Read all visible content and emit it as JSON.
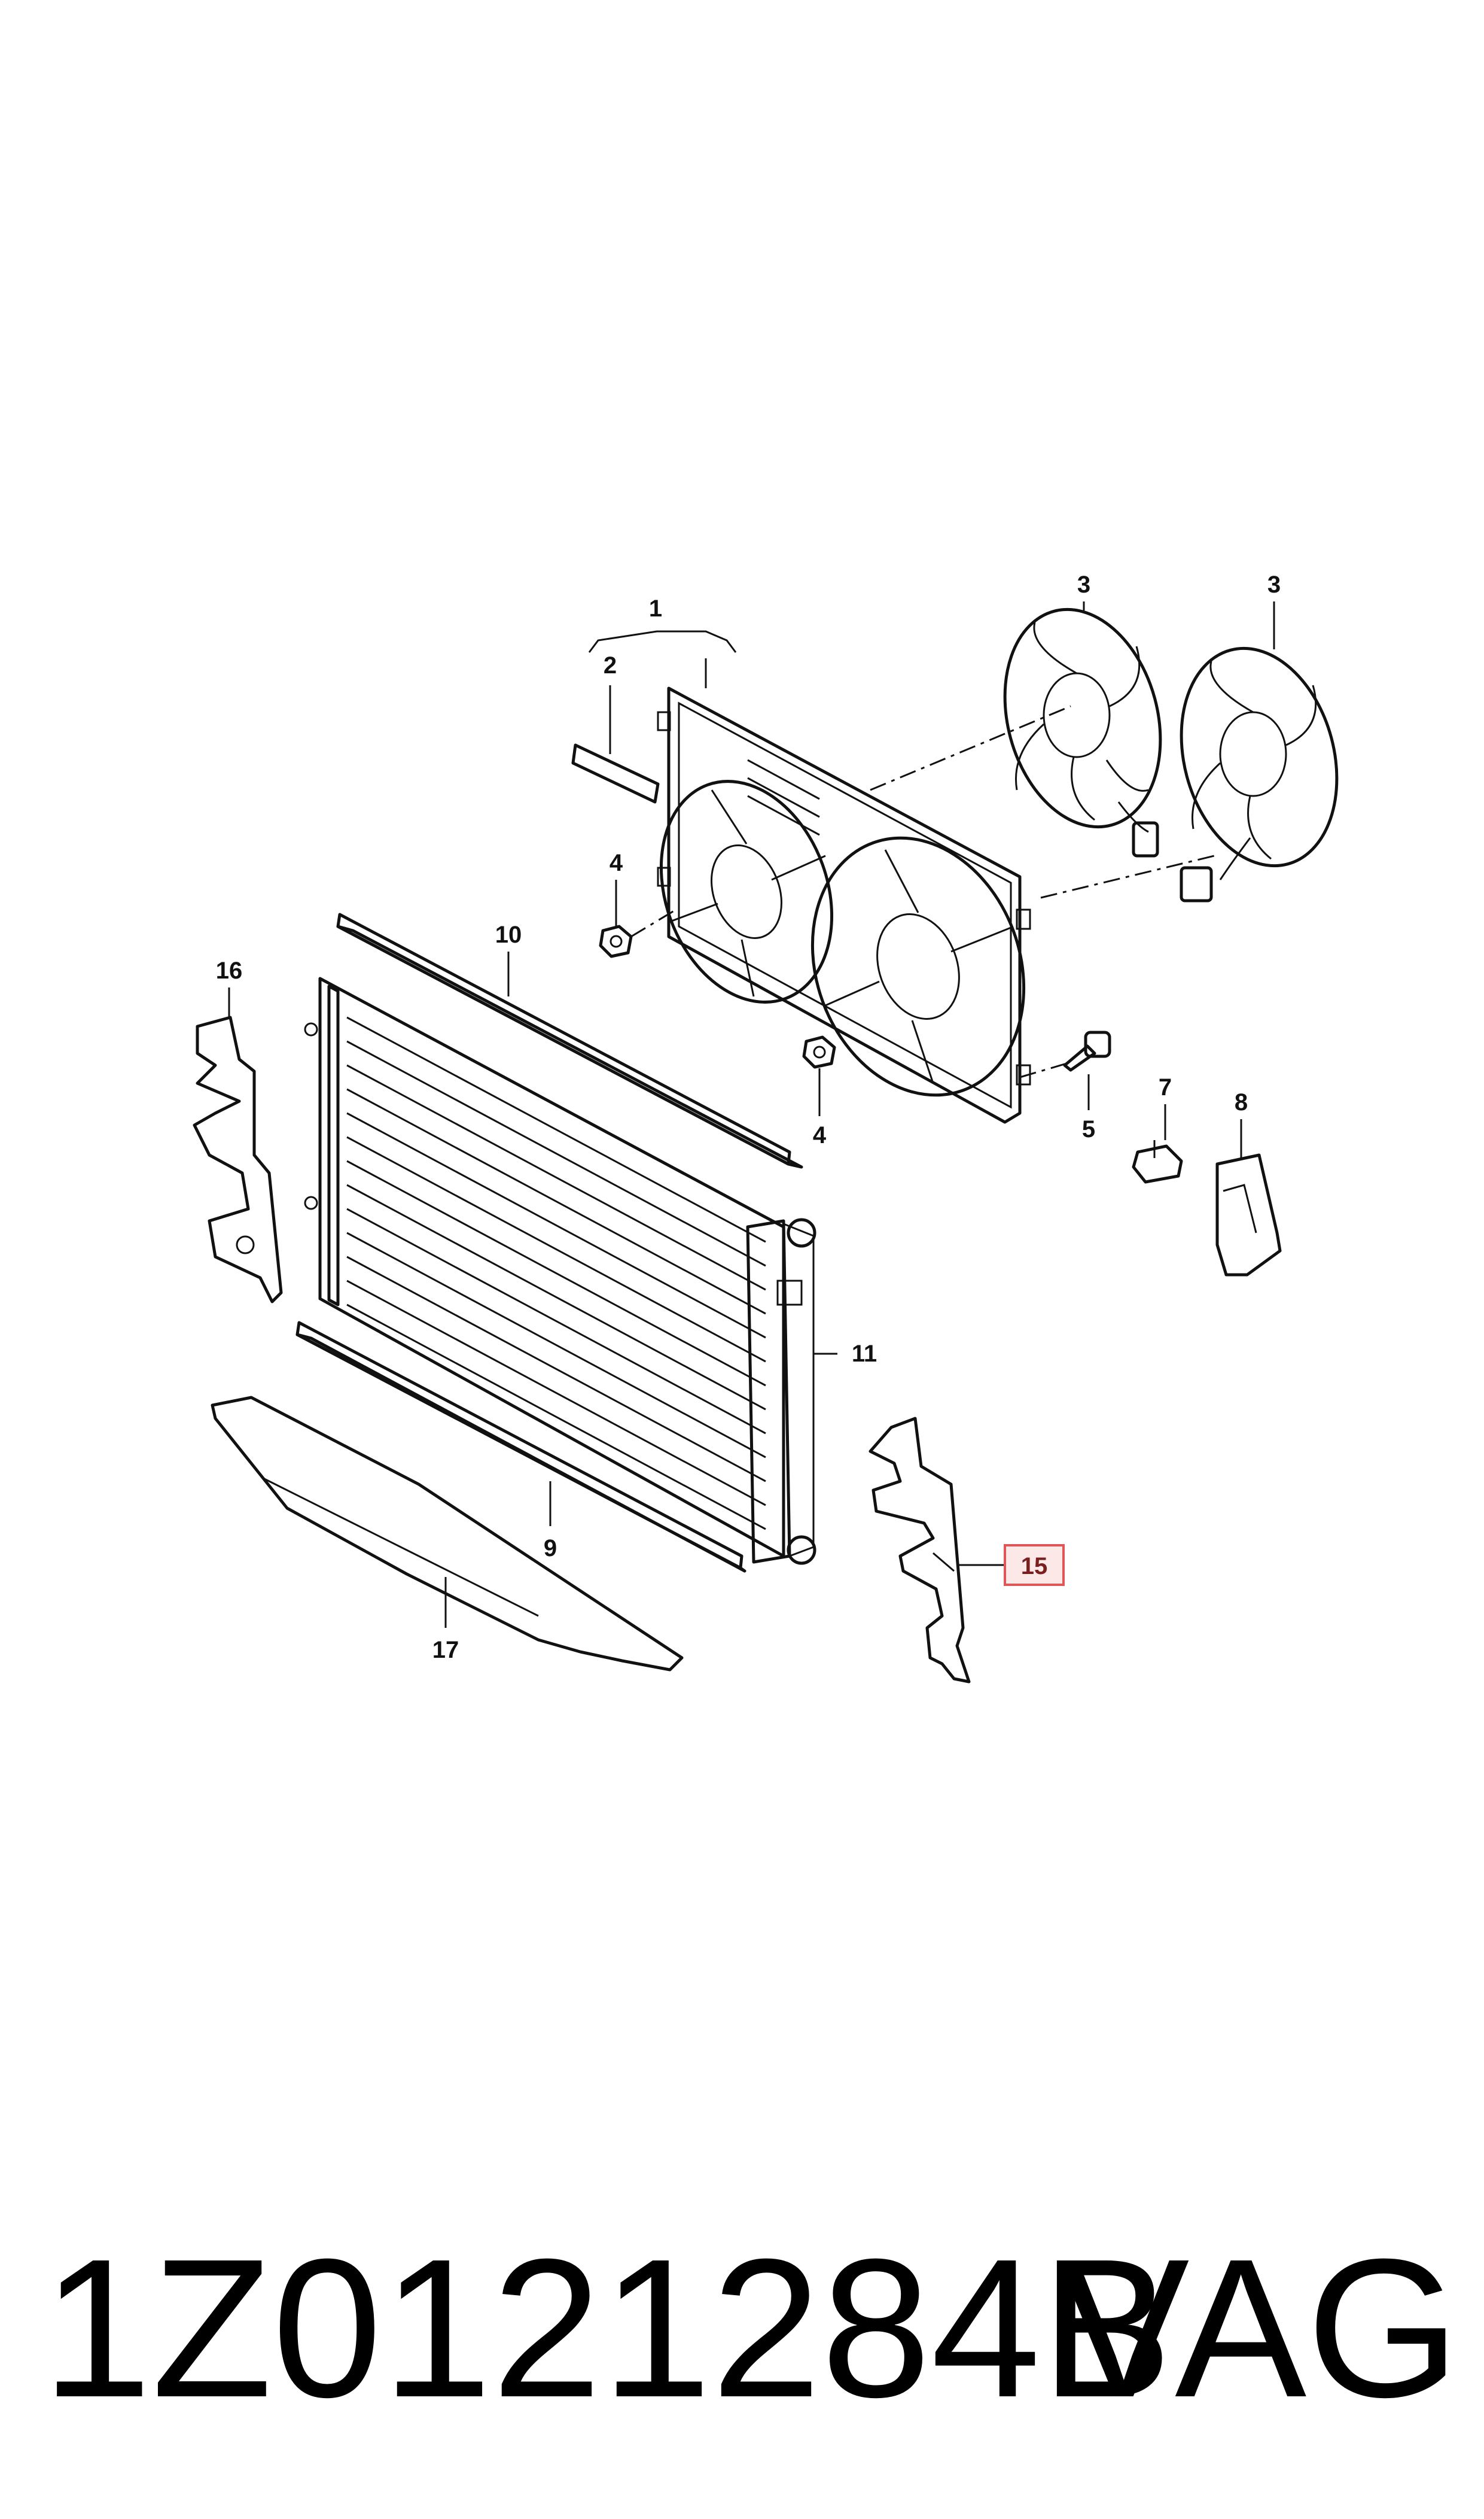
{
  "callouts": {
    "c1": "1",
    "c2": "2",
    "c3a": "3",
    "c3b": "3",
    "c4a": "4",
    "c4b": "4",
    "c5": "5",
    "c7": "7",
    "c8": "8",
    "c9": "9",
    "c10": "10",
    "c11": "11",
    "c15": "15",
    "c16": "16",
    "c17": "17"
  },
  "highlighted_callout": "15",
  "highlight_color": "#e05555",
  "footer": {
    "part_number": "1Z0121284B",
    "brand": "VAG"
  }
}
